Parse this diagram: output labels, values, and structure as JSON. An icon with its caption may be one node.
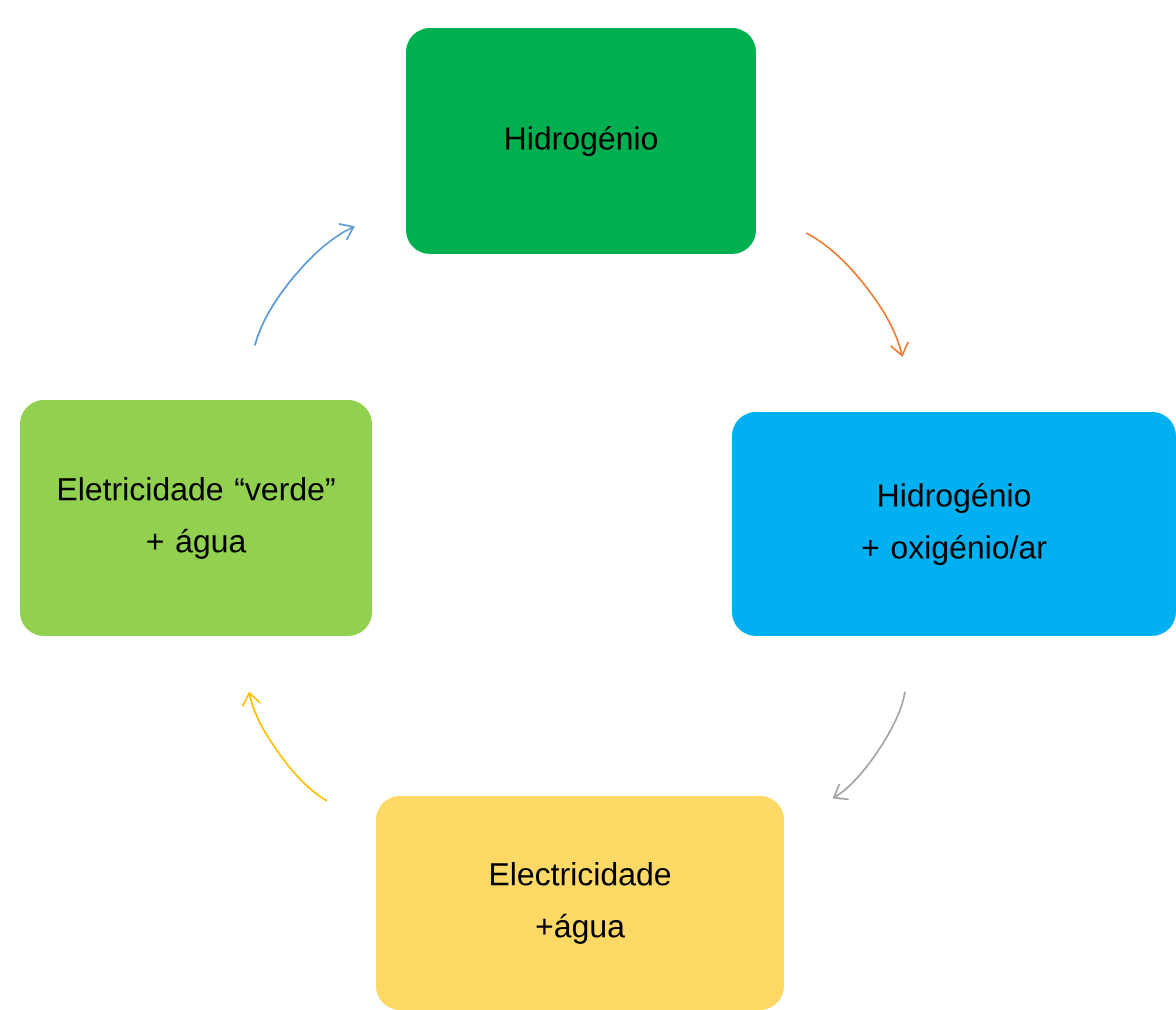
{
  "diagram": {
    "nodes": [
      {
        "text": [
          "Hidrogénio"
        ]
      },
      {
        "text": [
          "Hidrogénio",
          "+ oxigénio/ar"
        ]
      },
      {
        "text": [
          "Electricidade",
          "+água"
        ]
      },
      {
        "text": [
          "Eletricidade “verde”",
          "+ água"
        ]
      }
    ],
    "edges": [
      {
        "from": 0,
        "to": 1,
        "arrow": "to",
        "color": "#ed7d31"
      },
      {
        "from": 1,
        "to": 2,
        "arrow": "to",
        "color": "#a5a5a5"
      },
      {
        "from": 2,
        "to": 3,
        "arrow": "to",
        "color": "#ffc000"
      },
      {
        "from": 3,
        "to": 0,
        "arrow": "to",
        "color": "#5b9bd5"
      }
    ]
  }
}
